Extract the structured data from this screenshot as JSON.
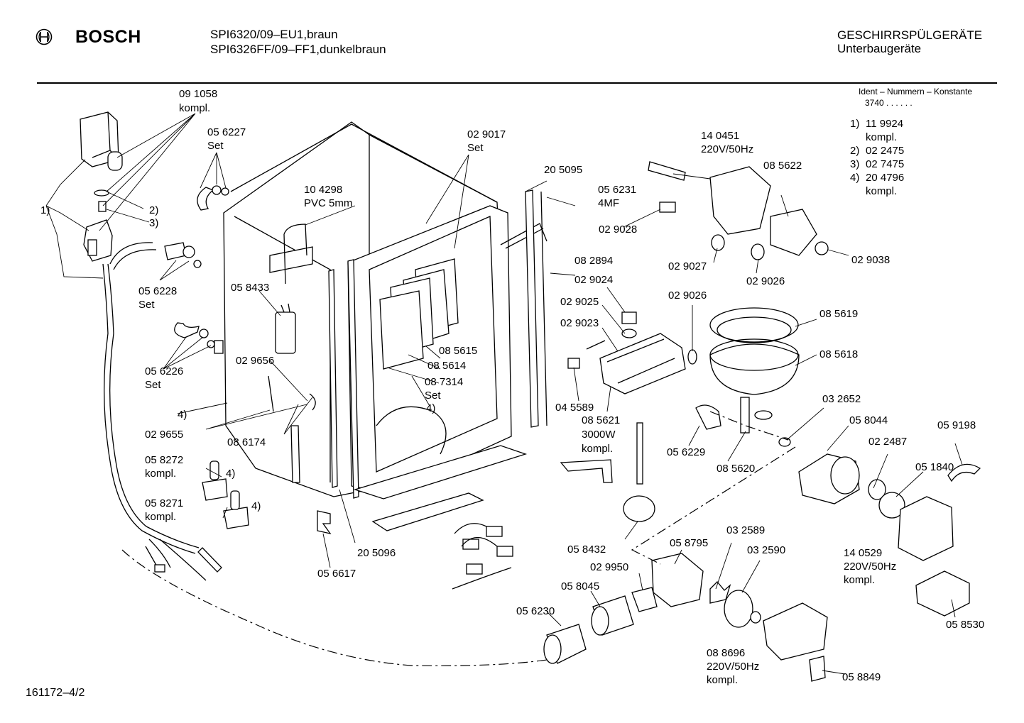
{
  "header": {
    "brand": "BOSCH",
    "model_line_1": "SPI6320/09–EU1,braun",
    "model_line_2": "SPI6326FF/09–FF1,dunkelbraun",
    "category_line_1": "GESCHIRRSPÜLGERÄTE",
    "category_line_2": "Unterbaugeräte"
  },
  "ident": {
    "title": "Ident – Nummern – Konstante",
    "value": "3740  .  .   .  .  .  ."
  },
  "legend": [
    {
      "key": "1)",
      "value": "11 9924",
      "extra": "kompl."
    },
    {
      "key": "2)",
      "value": "02 2475",
      "extra": ""
    },
    {
      "key": "3)",
      "value": "02 7475",
      "extra": ""
    },
    {
      "key": "4)",
      "value": "20 4796",
      "extra": "kompl."
    }
  ],
  "parts": {
    "p091058": "09 1058",
    "p091058_s": "kompl.",
    "p056227": "05 6227",
    "p056227_s": "Set",
    "p029017": "02 9017",
    "p029017_s": "Set",
    "p205095": "20 5095",
    "p104298": "10 4298",
    "p104298_s": "PVC 5mm",
    "p056231": "05 6231",
    "p056231_s": "4MF",
    "p140451": "14 0451",
    "p140451_s": "220V/50Hz",
    "p085622": "08 5622",
    "p029028": "02 9028",
    "p029027": "02 9027",
    "p029026a": "02 9026",
    "p029038": "02 9038",
    "p082894": "08 2894",
    "p029024": "02 9024",
    "p029025": "02 9025",
    "p029023": "02 9023",
    "p029026b": "02 9026",
    "p085619": "08 5619",
    "p085618": "08 5618",
    "p056228": "05 6228",
    "p056228_s": "Set",
    "p058433": "05 8433",
    "p085615": "08 5615",
    "p085614": "08 5614",
    "p087314": "08 7314",
    "p087314_s": "Set",
    "p056226": "05 6226",
    "p056226_s": "Set",
    "p029656": "02 9656",
    "p029655": "02 9655",
    "p086174": "08 6174",
    "p045589": "04 5589",
    "p085621": "08 5621",
    "p085621_s": "3000W",
    "p085621_t": "kompl.",
    "p056229": "05 6229",
    "p085620": "08 5620",
    "p032652": "03 2652",
    "p058044": "05 8044",
    "p022487": "02 2487",
    "p059198": "05 9198",
    "p051840": "05 1840",
    "p058272": "05 8272",
    "p058272_s": "kompl.",
    "p058271": "05 8271",
    "p058271_s": "kompl.",
    "p205096": "20 5096",
    "p056617": "05 6617",
    "p058432": "05 8432",
    "p058795": "05 8795",
    "p032589": "03 2589",
    "p032590": "03 2590",
    "p029950": "02 9950",
    "p058045": "05 8045",
    "p056230": "05 6230",
    "p140529": "14 0529",
    "p140529_s": "220V/50Hz",
    "p140529_t": "kompl.",
    "p058530": "05 8530",
    "p088696": "08 8696",
    "p088696_s": "220V/50Hz",
    "p088696_t": "kompl.",
    "p058849": "05 8849",
    "fn1": "1)",
    "fn2": "2)",
    "fn3": "3)",
    "fn4a": "4)",
    "fn4b": "4)",
    "fn4c": "4)",
    "fn4d": "4)"
  },
  "footer": {
    "drawing_id": "161172–4/2"
  }
}
